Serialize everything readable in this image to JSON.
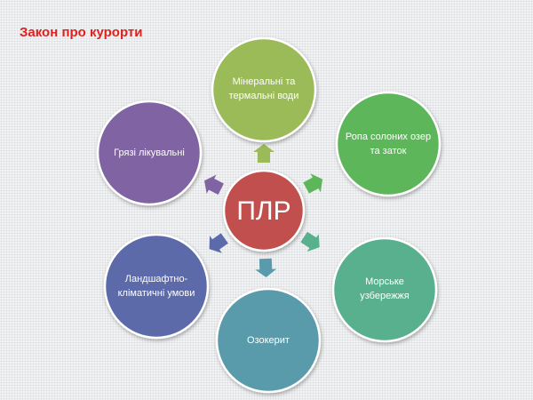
{
  "title": "Закон про курорти",
  "center": {
    "label": "ПЛР",
    "color": "#c0504d"
  },
  "nodes": [
    {
      "label": "Мінеральні та термальні води",
      "color": "#9bbb59"
    },
    {
      "label": "Ропа солоних озер та заток",
      "color": "#5db65a"
    },
    {
      "label": "Морське узбережжя",
      "color": "#59b08e"
    },
    {
      "label": "Озокерит",
      "color": "#5a9bab"
    },
    {
      "label": "Ландшафтно-кліматичні умови",
      "color": "#5b6aaa"
    },
    {
      "label": "Грязі лікувальні",
      "color": "#8063a2"
    }
  ]
}
